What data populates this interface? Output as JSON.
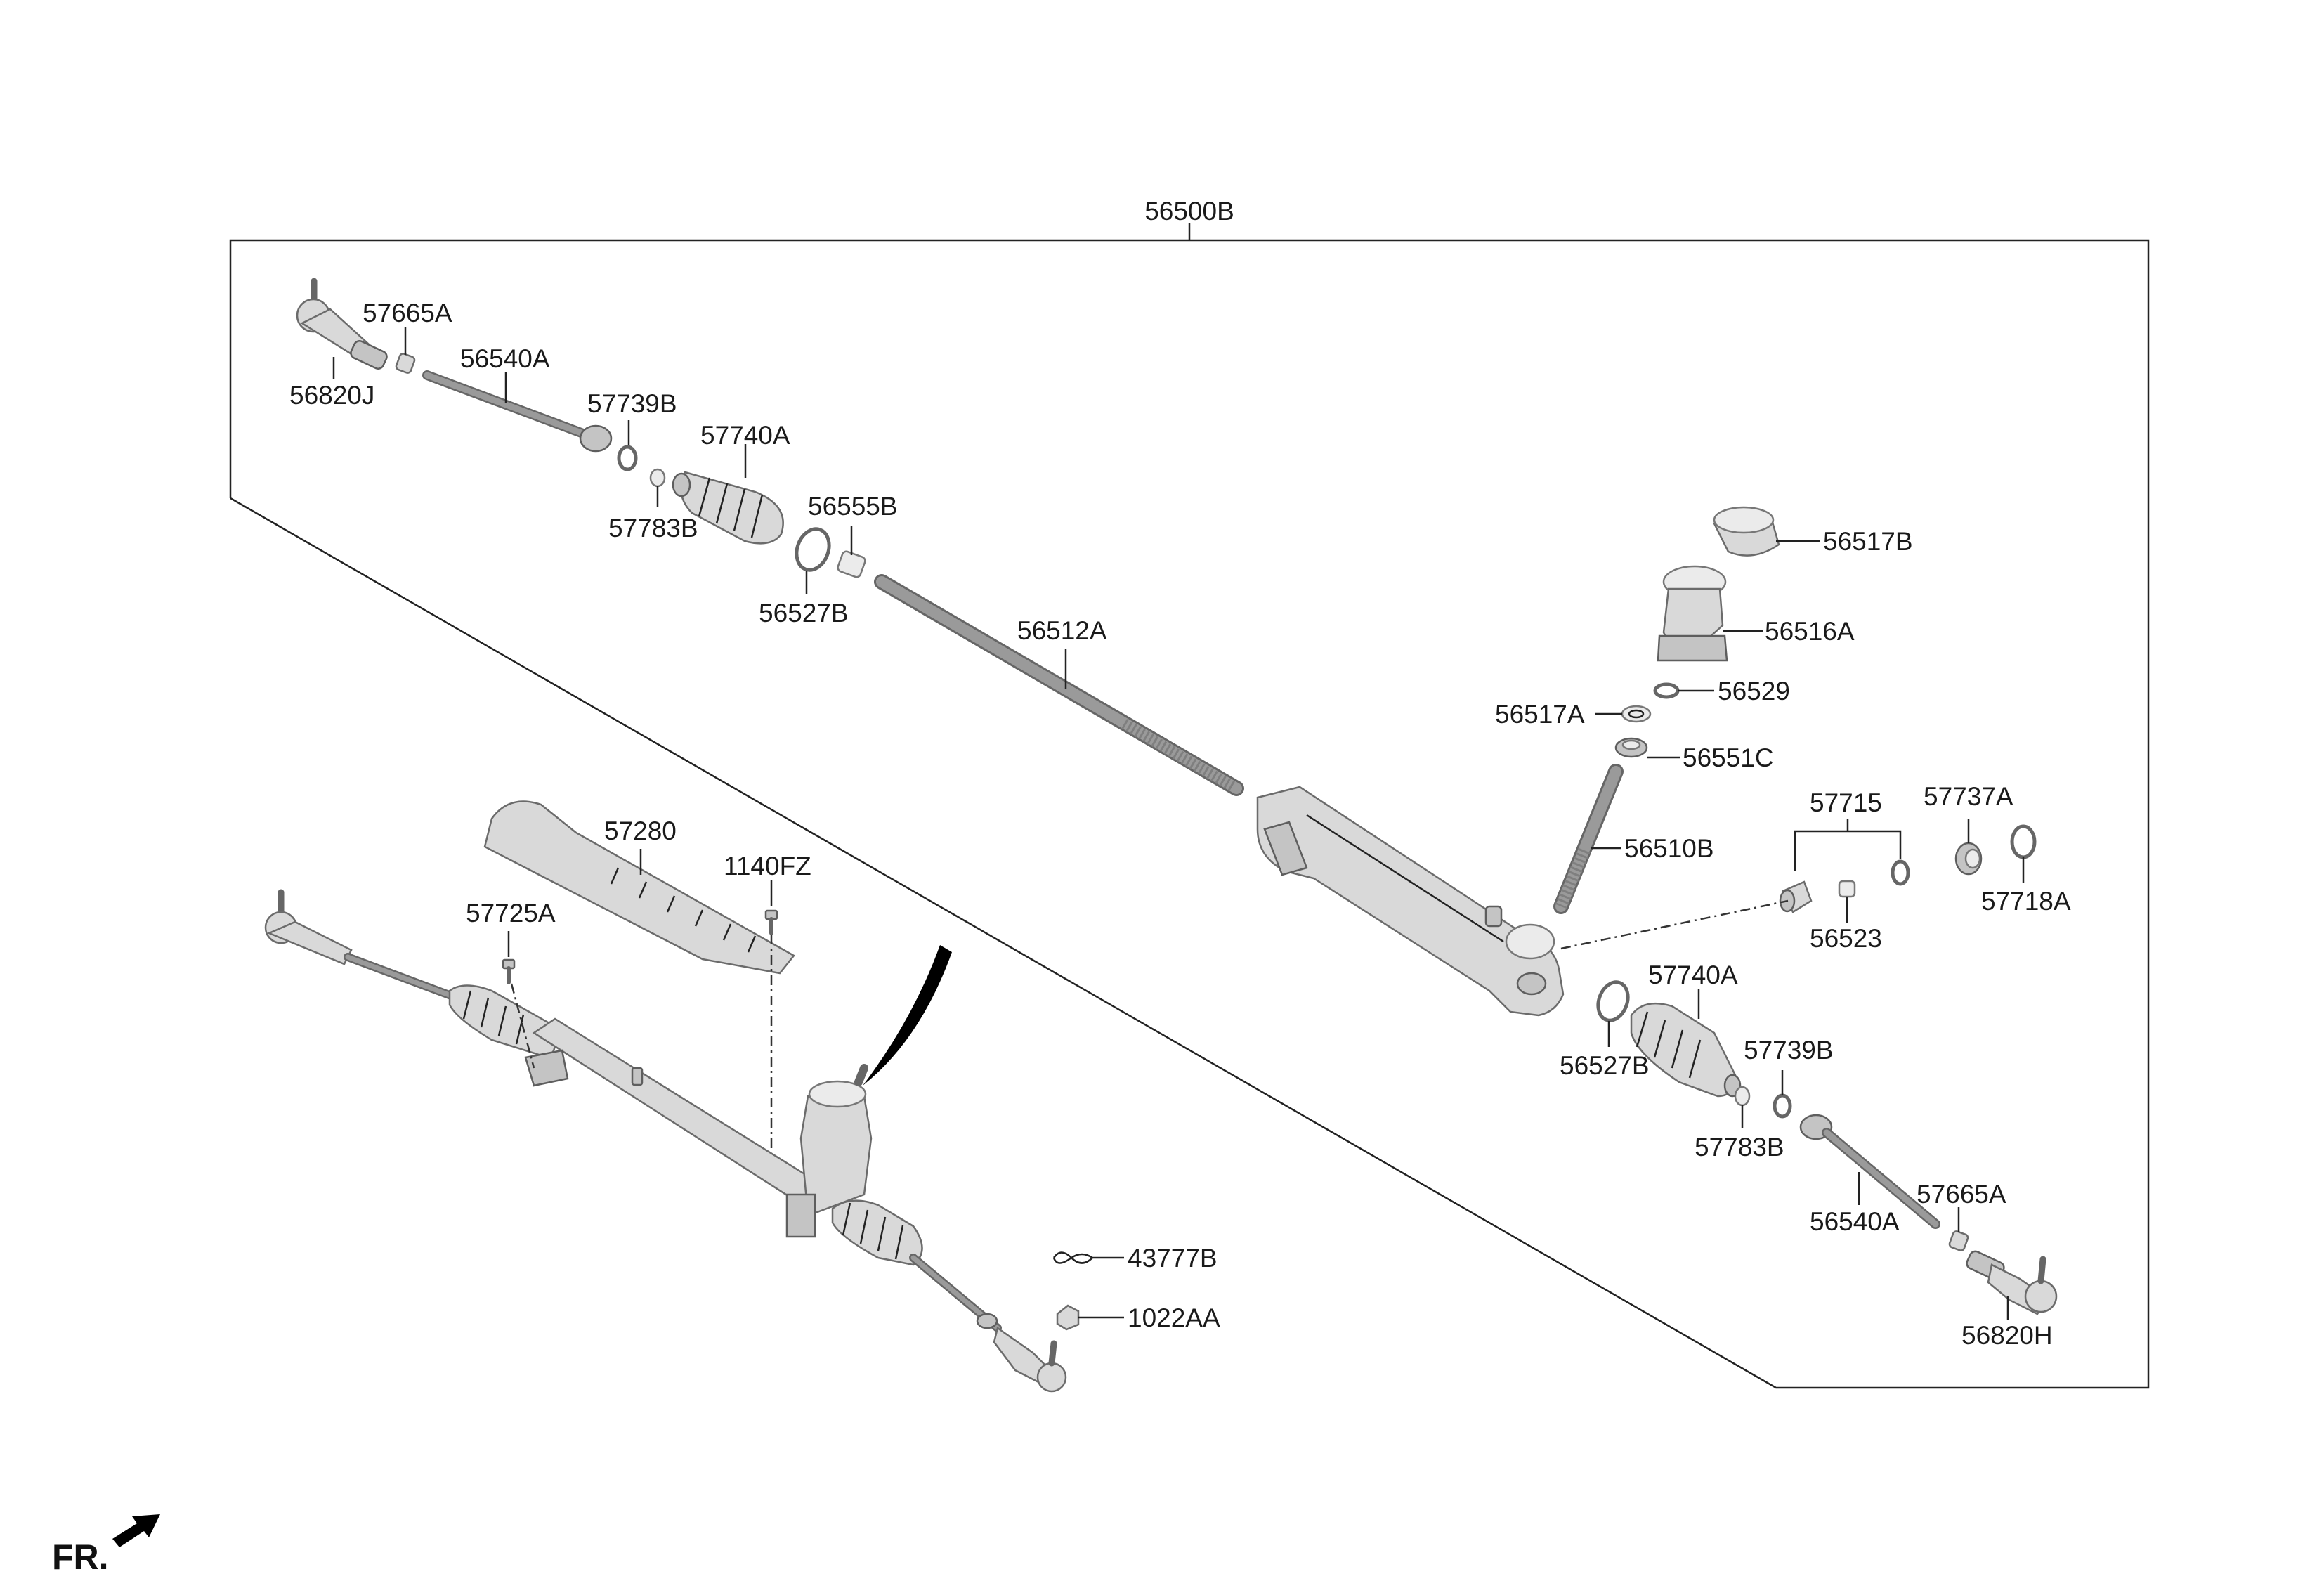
{
  "diagram": {
    "assembly_label": "56500B",
    "orientation_label": "FR.",
    "labels": {
      "tie_rod_end_left": "56820J",
      "nut_left": "57665A",
      "inner_tie_rod_left": "56540A",
      "washer_left": "57739B",
      "clamp_left": "57783B",
      "boot_left": "57740A",
      "bushing": "56555B",
      "band_left": "56527B",
      "rack_bar": "56512A",
      "cover": "56517B",
      "housing_cap": "56516A",
      "seal_ring": "56529",
      "oil_seal": "56517A",
      "bearing": "56551C",
      "pinion": "56510B",
      "support_yoke_group": "57715",
      "yoke_plug": "57737A",
      "o_ring": "57718A",
      "yoke_spring": "56523",
      "boot_right": "57740A",
      "band_right": "56527B",
      "washer_right": "57739B",
      "clamp_right": "57783B",
      "inner_tie_rod_right": "56540A",
      "nut_right": "57665A",
      "tie_rod_end_right": "56820H",
      "heat_protector": "57280",
      "bolt_protector": "1140FZ",
      "bolt_mount": "57725A",
      "clip": "43777B",
      "nut_mount": "1022AA"
    }
  }
}
